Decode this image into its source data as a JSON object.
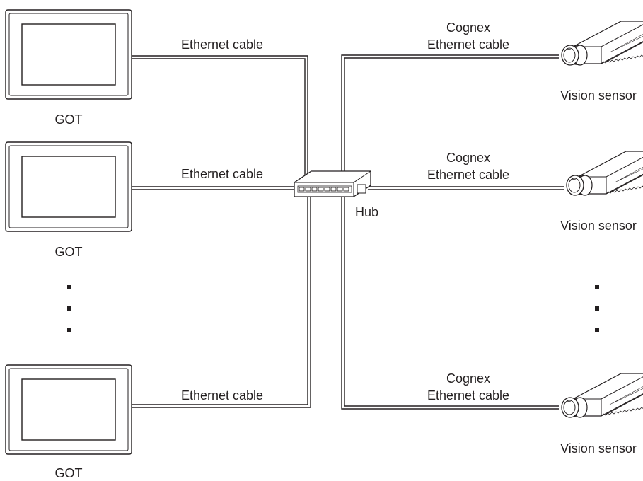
{
  "got_label": "GOT",
  "hub_label": "Hub",
  "vision_sensor_label": "Vision sensor",
  "ethernet_cable_label": "Ethernet cable",
  "cognex_label_line1": "Cognex",
  "cognex_label_line2": "Ethernet cable",
  "got_units": [
    {
      "label": "GOT",
      "cable": "Ethernet cable"
    },
    {
      "label": "GOT",
      "cable": "Ethernet cable"
    },
    {
      "label": "GOT",
      "cable": "Ethernet cable"
    }
  ],
  "sensor_units": [
    {
      "label": "Vision sensor",
      "cable_line1": "Cognex",
      "cable_line2": "Ethernet cable"
    },
    {
      "label": "Vision sensor",
      "cable_line1": "Cognex",
      "cable_line2": "Ethernet cable"
    },
    {
      "label": "Vision sensor",
      "cable_line1": "Cognex",
      "cable_line2": "Ethernet cable"
    }
  ],
  "colors": {
    "line": "#231f20",
    "background": "#ffffff"
  }
}
